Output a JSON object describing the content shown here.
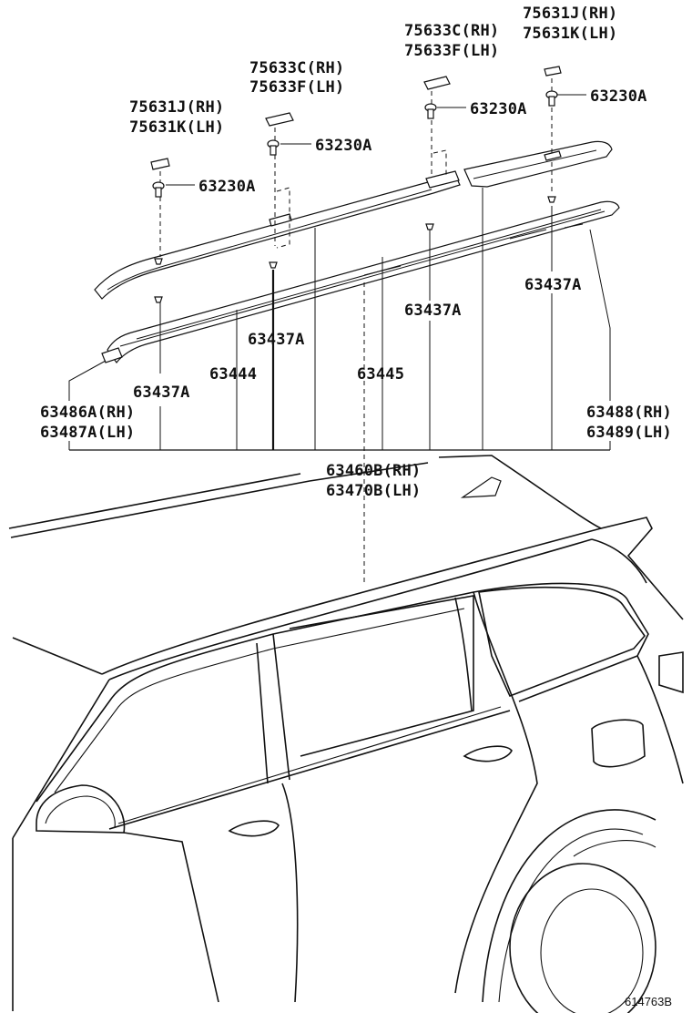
{
  "labels": {
    "l_75631_a": [
      "75631J(RH)",
      "75631K(LH)"
    ],
    "l_75633_a": [
      "75633C(RH)",
      "75633F(LH)"
    ],
    "l_75633_b": [
      "75633C(RH)",
      "75633F(LH)"
    ],
    "l_75631_b": [
      "75631J(RH)",
      "75631K(LH)"
    ],
    "l_63230_1": "63230A",
    "l_63230_2": "63230A",
    "l_63230_3": "63230A",
    "l_63230_4": "63230A",
    "l_63437_1": "63437A",
    "l_63437_2": "63437A",
    "l_63437_3": "63437A",
    "l_63437_4": "63437A",
    "l_63444": "63444",
    "l_63445": "63445",
    "l_63486": [
      "63486A(RH)",
      "63487A(LH)"
    ],
    "l_63488": [
      "63488(RH)",
      "63489(LH)"
    ],
    "l_63460": [
      "63460B(RH)",
      "63470B(LH)"
    ]
  },
  "figure_id": "614763B"
}
